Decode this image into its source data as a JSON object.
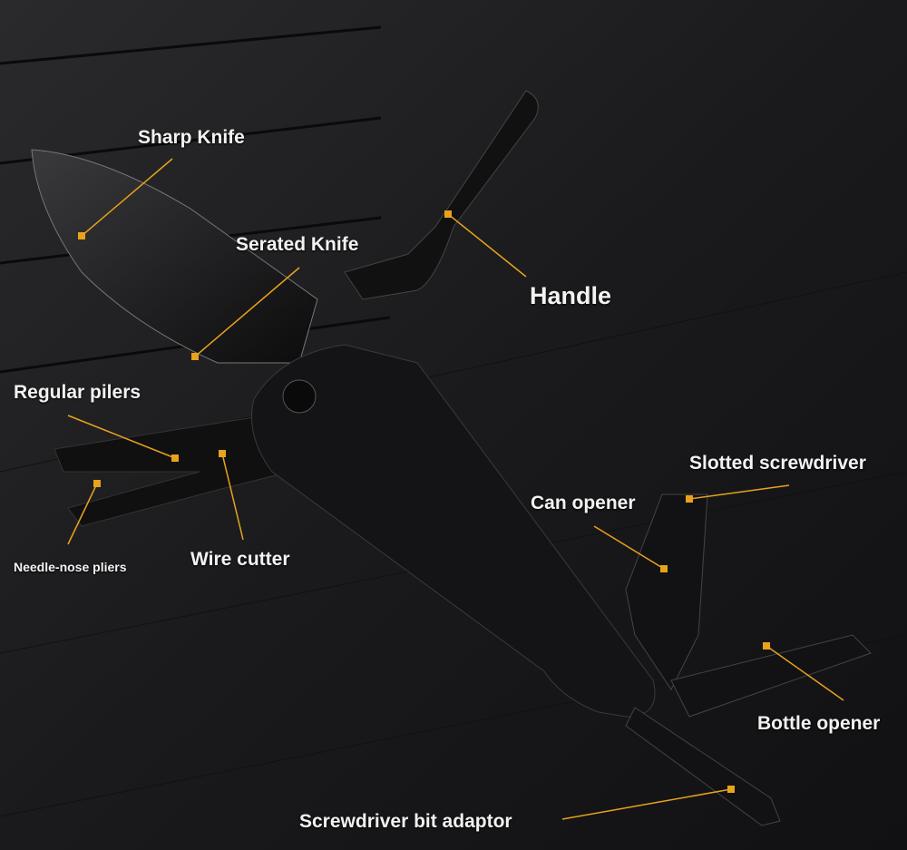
{
  "colors": {
    "accent": "#e8a21c",
    "background": "#1b1b1d",
    "label": "#f2f2f2"
  },
  "labels": {
    "sharp_knife": "Sharp Knife",
    "serated_knife": "Serated Knife",
    "handle": "Handle",
    "regular_pliers": "Regular pilers",
    "needle_nose_pliers": "Needle-nose pliers",
    "wire_cutter": "Wire cutter",
    "slotted_screwdriver": "Slotted screwdriver",
    "can_opener": "Can opener",
    "bottle_opener": "Bottle opener",
    "screwdriver_bit_adaptor": "Screwdriver bit adaptor"
  }
}
